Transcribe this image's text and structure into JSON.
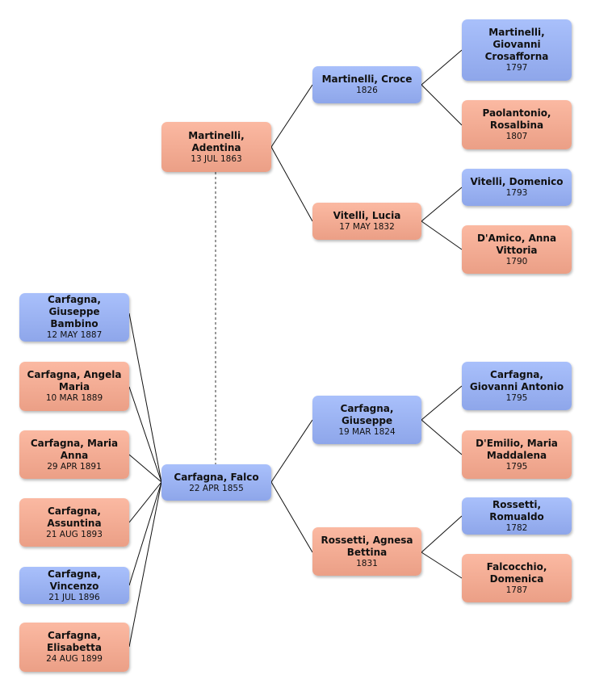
{
  "people": {
    "adentina": {
      "name": "Martinelli, Adentina",
      "date": "13 JUL 1863"
    },
    "croce": {
      "name": "Martinelli, Croce",
      "date": "1826"
    },
    "lucia": {
      "name": "Vitelli, Lucia",
      "date": "17 MAY 1832"
    },
    "giovanni_crosafforna": {
      "name": "Martinelli, Giovanni Crosafforna",
      "date": "1797"
    },
    "rosalbina": {
      "name": "Paolantonio, Rosalbina",
      "date": "1807"
    },
    "domenico": {
      "name": "Vitelli, Domenico",
      "date": "1793"
    },
    "anna_vittoria": {
      "name": "D'Amico, Anna Vittoria",
      "date": "1790"
    },
    "falco": {
      "name": "Carfagna, Falco",
      "date": "22 APR 1855"
    },
    "giuseppe": {
      "name": "Carfagna, Giuseppe",
      "date": "19 MAR 1824"
    },
    "agnesa": {
      "name": "Rossetti, Agnesa Bettina",
      "date": "1831"
    },
    "giovanni_antonio": {
      "name": "Carfagna, Giovanni Antonio",
      "date": "1795"
    },
    "maria_maddalena": {
      "name": "D'Emilio, Maria Maddalena",
      "date": "1795"
    },
    "romualdo": {
      "name": "Rossetti, Romualdo",
      "date": "1782"
    },
    "domenica": {
      "name": "Falcocchio, Domenica",
      "date": "1787"
    },
    "giuseppe_bambino": {
      "name": "Carfagna, Giuseppe Bambino",
      "date": "12 MAY 1887"
    },
    "angela_maria": {
      "name": "Carfagna, Angela Maria",
      "date": "10 MAR 1889"
    },
    "maria_anna": {
      "name": "Carfagna, Maria Anna",
      "date": "29 APR 1891"
    },
    "assuntina": {
      "name": "Carfagna, Assuntina",
      "date": "21 AUG 1893"
    },
    "vincenzo": {
      "name": "Carfagna, Vincenzo",
      "date": "21 JUL 1896"
    },
    "elisabetta": {
      "name": "Carfagna, Elisabetta",
      "date": "24 AUG 1899"
    }
  },
  "colors": {
    "male": "#9ab1f2",
    "female": "#f4ac93",
    "line": "#111111"
  }
}
